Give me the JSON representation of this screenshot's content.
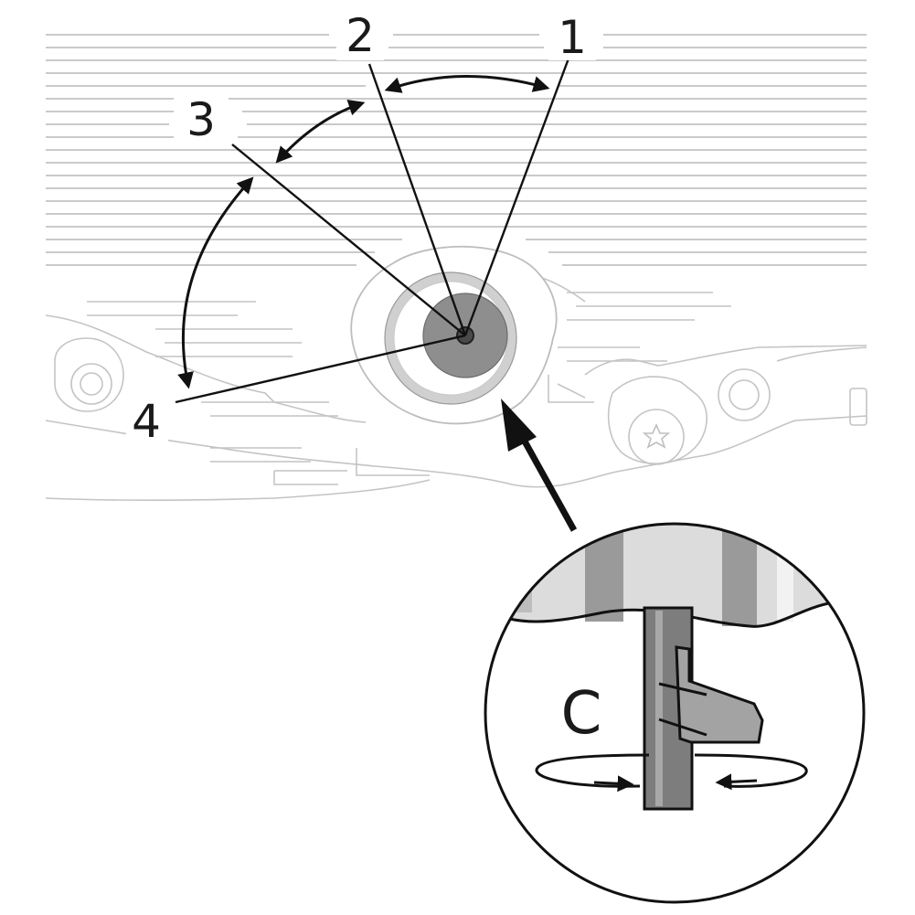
{
  "diagram": {
    "positions": [
      {
        "id": "1",
        "label": "1"
      },
      {
        "id": "2",
        "label": "2"
      },
      {
        "id": "3",
        "label": "3"
      },
      {
        "id": "4",
        "label": "4"
      }
    ],
    "detail_label": "C"
  }
}
